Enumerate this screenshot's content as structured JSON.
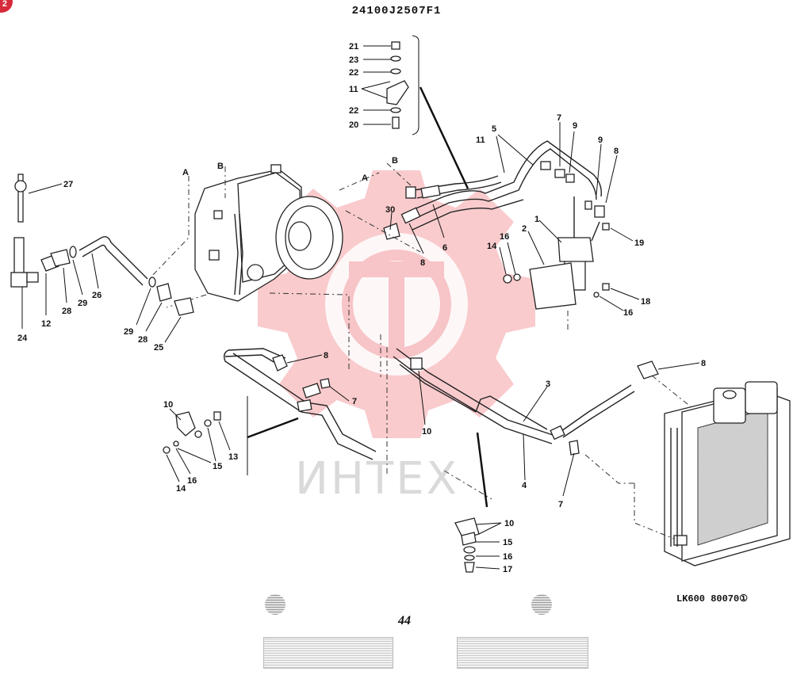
{
  "header": {
    "drawing_code": "24100J2507F1"
  },
  "footer": {
    "reference_code": "LK600 80070①",
    "page_number": "44"
  },
  "badge": {
    "text": "2",
    "color": "#d72a3a"
  },
  "watermark": {
    "text": "ИНТЕХ",
    "logo_color": "#e8434d"
  },
  "section_labels": {
    "a": "A",
    "b": "B"
  },
  "part_labels": {
    "p1": "1",
    "p2": "2",
    "p3": "3",
    "p4": "4",
    "p5": "5",
    "p6": "6",
    "p7": "7",
    "p8": "8",
    "p9": "9",
    "p10": "10",
    "p11": "11",
    "p12": "12",
    "p13": "13",
    "p14": "14",
    "p15": "15",
    "p16": "16",
    "p17": "17",
    "p18": "18",
    "p19": "19",
    "p20": "20",
    "p21": "21",
    "p22": "22",
    "p23": "23",
    "p24": "24",
    "p25": "25",
    "p26": "26",
    "p27": "27",
    "p28": "28",
    "p29": "29",
    "p30": "30"
  }
}
